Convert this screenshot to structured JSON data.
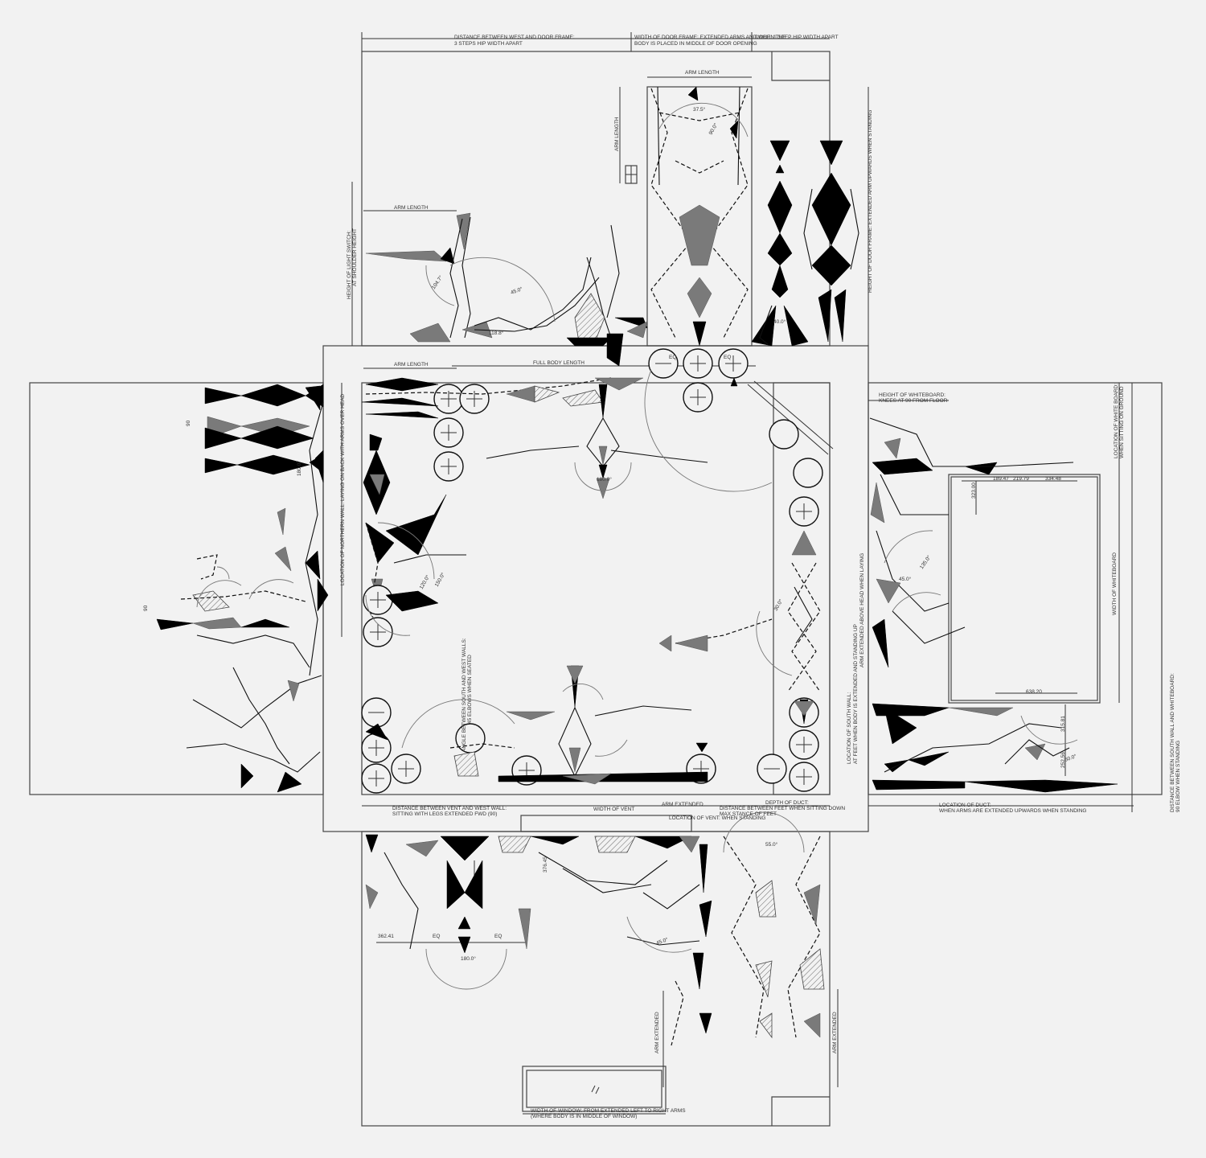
{
  "labels": {
    "distance_west_door_frame": "DISTANCE BETWEEN WEST AND DOOR FRAME:",
    "hip_width_3_steps": "3 STEPS HIP WIDTH APART",
    "width_door_frame": "WIDTH OF DOOR FRAME: EXTENDED ARMS AND WHEN THE",
    "body_middle_door": "BODY IS PLACED IN MIDDLE OF DOOR OPENING",
    "door_1_step": "DOOR: 1 STEP HIP WIDTH APART",
    "arm_length_top": "ARM LENGTH",
    "arm_length_vertical": "ARM LENGTH",
    "arm_length_left": "ARM LENGTH",
    "arm_length_inner": "ARM LENGTH",
    "full_body_length": "FULL BODY LENGTH",
    "height_light_switch": "HEIGHT OF LIGHT SWITCH:",
    "at_shoulder_height": "AT SHOULDER HEIGHT",
    "height_door_frame": "HEIGHT OF DOOR FRAME: EXTENDED ARM UPWARDS WHEN STANDING",
    "height_whiteboard": "HEIGHT OF WHITEBOARD:",
    "knees_90": "KNEES AT 90 FROM FLOOR",
    "location_whiteboard": "LOCATION OF WHITE BOARD:",
    "when_sitting": "WHEN SITTING ON GROUND",
    "width_whiteboard": "WIDTH OF WHITEBOARD",
    "location_north_wall": "LOCATION OF NORTHERN WALL: LAYING ON BACK WITH ARMS OVER HEAD",
    "location_south_wall": "LOCATION OF SOUTH WALL:",
    "at_feet": "AT FEET WHEN BODY IS EXTENDED AND STANDING UP",
    "arm_extended_above": "ARM EXTENDED ABOVE HEAD WHEN LAYING",
    "angle_south_west": "ANGLE BETWEEN SOUTH AND WEST WALLS:",
    "when_seated": "45 ELBOWS WHEN SEATED",
    "distance_vent_west": "DISTANCE BETWEEN VENT AND WEST WALL:",
    "sitting_legs": "SITTING WITH LEGS EXTENDED FWD (90)",
    "width_vent": "WIDTH OF VENT",
    "arm_extended_bottom": "ARM EXTENDED",
    "location_vent": "LOCATION OF VENT: WHEN STANDING",
    "depth_duct": "DEPTH OF DUCT:",
    "distance_between_feet": "DISTANCE BETWEEN FEET WHEN SITTING DOWN",
    "max_stance": "MAX STANCE OF FEET",
    "location_duct": "LOCATION OF DUCT:",
    "duct_arms": "WHEN ARMS ARE EXTENDED UPWARDS WHEN STANDING",
    "distance_south_whiteboard": "DISTANCE BETWEEN SOUTH WALL AND WHITEBOARD:",
    "elbow_standing": "90 ELBOW WHEN STANDING",
    "width_window": "WIDTH OF WINDOW: FROM EXTENDED LEFT TO RIGHT ARMS",
    "body_middle_window": "(WHERE BODY IS IN MIDDLE OF WINDOW)",
    "arm_extended_right": "ARM EXTENDED",
    "arm_extended_lower": "ARM EXTENDED",
    "eq": "EQ"
  },
  "dimensions": {
    "d362": "362.41",
    "d638": "638.20",
    "d315": "315.81",
    "d252": "252.56",
    "d323": "323.00",
    "d189": "189.47",
    "d219": "219.79",
    "d334": "334.48",
    "d376": "376.45",
    "d180_1": "180.0°",
    "d180_2": "180.0°",
    "d180_3": "180.0°",
    "a376": "37.5°",
    "a90_1": "90.0°",
    "a90_2": "90",
    "a90_3": "90",
    "a45_1": "45.0°",
    "a45_2": "45.0°",
    "a45_3": "45.0°",
    "a40": "40.0°",
    "a55": "55.0°",
    "a104": "104.7°",
    "a118": "118.8°",
    "a120": "120.0°",
    "a150": "150.0°",
    "a135": "135.0°",
    "a60": "60.0°",
    "a30": "30.0°"
  }
}
